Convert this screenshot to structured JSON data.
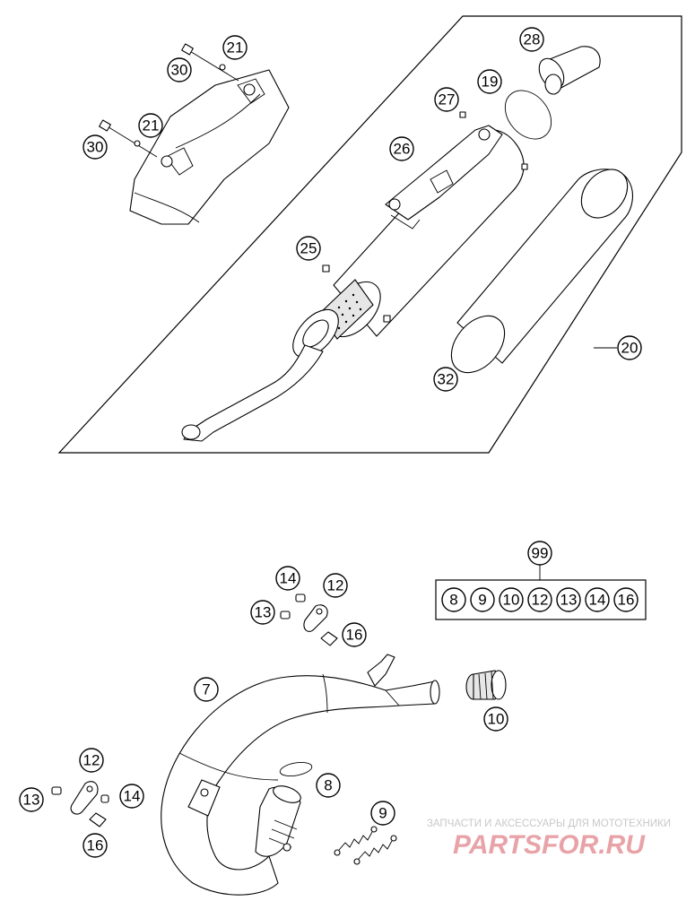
{
  "diagram": {
    "callouts": {
      "c21a": "21",
      "c30a": "30",
      "c21b": "21",
      "c30b": "30",
      "c28": "28",
      "c19": "19",
      "c27": "27",
      "c26": "26",
      "c25": "25",
      "c20": "20",
      "c32": "32",
      "c99": "99",
      "kit": [
        "8",
        "9",
        "10",
        "12",
        "13",
        "14",
        "16"
      ],
      "c14a": "14",
      "c12a": "12",
      "c13a": "13",
      "c16a": "16",
      "c7": "7",
      "c10": "10",
      "c12b": "12",
      "c13b": "13",
      "c14b": "14",
      "c16b": "16",
      "c8": "8",
      "c9": "9"
    }
  },
  "watermark": {
    "tagline": "ЗАПЧАСТИ И АКСЕССУАРЫ ДЛЯ МОТОТЕХНИКИ",
    "brand": "PARTSFOR.RU"
  },
  "colors": {
    "watermark_brand": "#e8a3a8",
    "watermark_tagline": "#c8c8c8",
    "line": "#000000"
  }
}
